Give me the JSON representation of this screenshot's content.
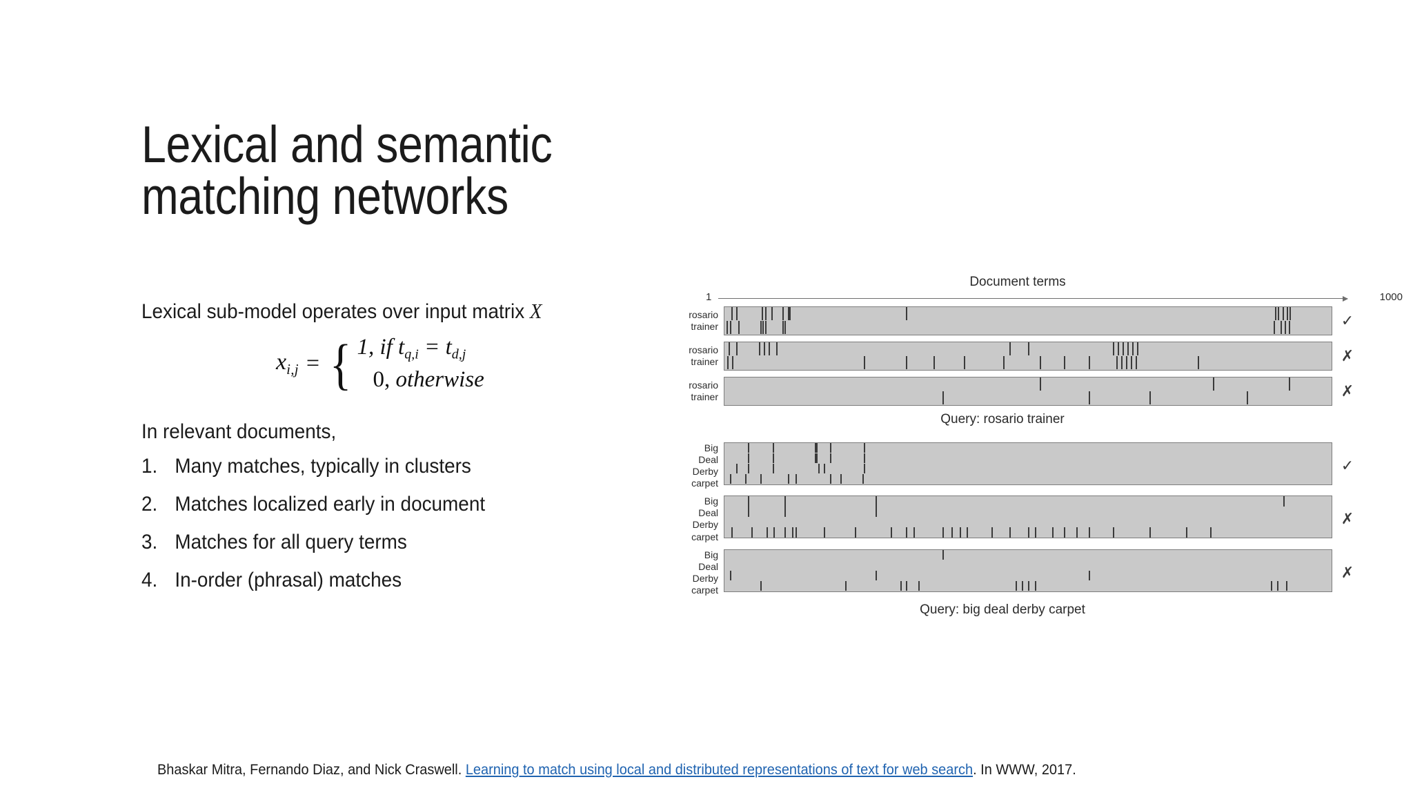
{
  "slide": {
    "title": "Lexical and semantic\nmatching networks",
    "lead_text_before_var": "Lexical sub-model operates over input matrix ",
    "lead_var": "X",
    "equation": {
      "lhs": "x",
      "lhs_sub": "i,j",
      "equals": "=",
      "brace": "{",
      "case1": "1, if  t",
      "case1_sub1": "q,i",
      "case1_mid": " = t",
      "case1_sub2": "d,j",
      "case2_num": "0, ",
      "case2_word": "otherwise"
    },
    "in_relevant_heading": "In relevant documents,",
    "points": [
      {
        "n": "1.",
        "text": "Many matches, typically in clusters"
      },
      {
        "n": "2.",
        "text": "Matches localized early in document"
      },
      {
        "n": "3.",
        "text": "Matches for all query terms"
      },
      {
        "n": "4.",
        "text": "In-order (phrasal) matches"
      }
    ]
  },
  "figure": {
    "axis_title": "Document terms",
    "axis_start": "1",
    "axis_end": "1000",
    "groups": [
      {
        "query_caption": "Query: rosario trainer",
        "terms": [
          "rosario",
          "trainer"
        ],
        "rows": [
          {
            "mark": "✓",
            "relevant": true
          },
          {
            "mark": "✗",
            "relevant": false
          },
          {
            "mark": "✗",
            "relevant": false
          }
        ]
      },
      {
        "query_caption": "Query: big deal derby carpet",
        "terms": [
          "Big",
          "Deal",
          "Derby",
          "carpet"
        ],
        "rows": [
          {
            "mark": "✓",
            "relevant": true
          },
          {
            "mark": "✗",
            "relevant": false
          },
          {
            "mark": "✗",
            "relevant": false
          }
        ]
      }
    ]
  },
  "chart_data": {
    "type": "scatter",
    "title": "Document terms",
    "xlabel": "Document terms",
    "xlim": [
      1,
      1000
    ],
    "grid": false,
    "legend": "none",
    "description": "Term-match position plots: each strip is one document (x = document term position 1..1000); a vertical tick at row k marks a match of query term k.",
    "panels": [
      {
        "query": "rosario trainer",
        "terms": [
          "rosario",
          "trainer"
        ],
        "documents": [
          {
            "label": "relevant",
            "mark": "check",
            "matches": {
              "rosario": [
                12,
                20,
                62,
                68,
                78,
                96,
                105,
                108,
                300,
                907,
                912,
                919,
                926,
                931
              ],
              "trainer": [
                4,
                10,
                24,
                60,
                64,
                68,
                96,
                100,
                905,
                916,
                923,
                930
              ]
            }
          },
          {
            "label": "non-relevant",
            "mark": "x",
            "matches": {
              "rosario": [
                8,
                20,
                58,
                66,
                74,
                86,
                470,
                500,
                640,
                648,
                656,
                664,
                672,
                680
              ],
              "trainer": [
                6,
                14,
                230,
                300,
                345,
                395,
                460,
                520,
                560,
                600,
                646,
                654,
                662,
                670,
                678,
                780
              ]
            }
          },
          {
            "label": "non-relevant",
            "mark": "x",
            "matches": {
              "rosario": [
                520,
                805,
                930
              ],
              "trainer": [
                360,
                600,
                700,
                860
              ]
            }
          }
        ]
      },
      {
        "query": "big deal derby carpet",
        "terms": [
          "Big",
          "Deal",
          "Derby",
          "carpet"
        ],
        "documents": [
          {
            "label": "relevant",
            "mark": "check",
            "matches": {
              "Big": [
                40,
                80,
                150,
                152,
                175,
                230
              ],
              "Deal": [
                40,
                80,
                150,
                152,
                175,
                230
              ],
              "Derby": [
                20,
                40,
                80,
                155,
                165,
                230
              ],
              "carpet": [
                10,
                35,
                60,
                105,
                118,
                175,
                192,
                228
              ]
            }
          },
          {
            "label": "non-relevant",
            "mark": "x",
            "matches": {
              "Big": [
                40,
                100,
                250,
                920
              ],
              "Deal": [
                40,
                100,
                250
              ],
              "Derby": [],
              "carpet": [
                12,
                45,
                70,
                82,
                100,
                112,
                118,
                165,
                215,
                275,
                300,
                312,
                360,
                375,
                388,
                400,
                440,
                470,
                500,
                512,
                540,
                560,
                580,
                600,
                640,
                700,
                760,
                800
              ]
            }
          },
          {
            "label": "non-relevant",
            "mark": "x",
            "matches": {
              "Big": [
                360
              ],
              "Deal": [],
              "Derby": [
                10,
                250,
                600
              ],
              "carpet": [
                60,
                200,
                290,
                300,
                320,
                480,
                490,
                500,
                512,
                900,
                910,
                925
              ]
            }
          }
        ]
      }
    ]
  },
  "citation": {
    "prefix": "Bhaskar Mitra, Fernando Diaz, and Nick Craswell. ",
    "link_text": "Learning to match using local and distributed representations of text for web search",
    "suffix": ". In WWW, 2017."
  }
}
